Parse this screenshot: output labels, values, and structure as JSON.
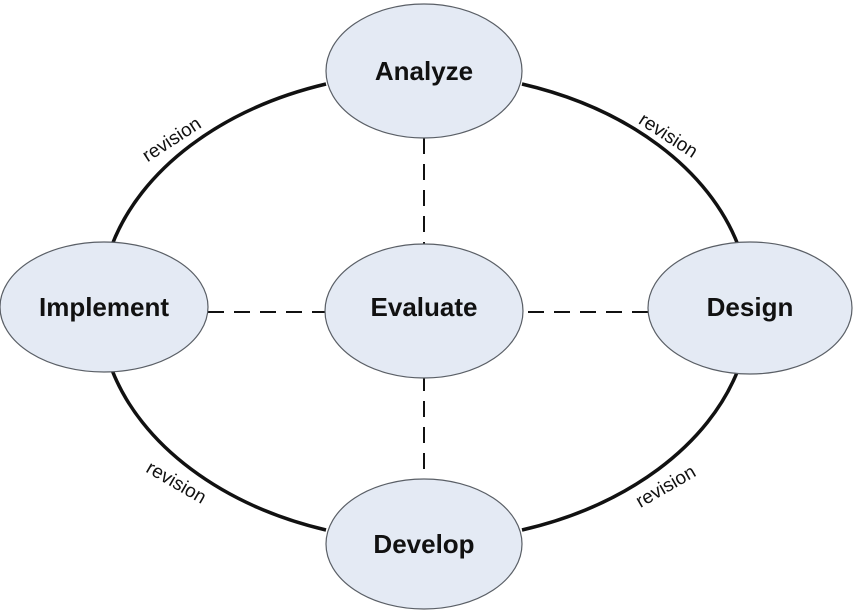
{
  "nodes": {
    "analyze": "Analyze",
    "design": "Design",
    "develop": "Develop",
    "implement": "Implement",
    "evaluate": "Evaluate"
  },
  "edges": {
    "analyze_design": "revision",
    "design_develop": "revision",
    "develop_implement": "revision",
    "implement_analyze": "revision"
  },
  "colors": {
    "node_fill": "#e4eaf4",
    "line": "#111111"
  }
}
